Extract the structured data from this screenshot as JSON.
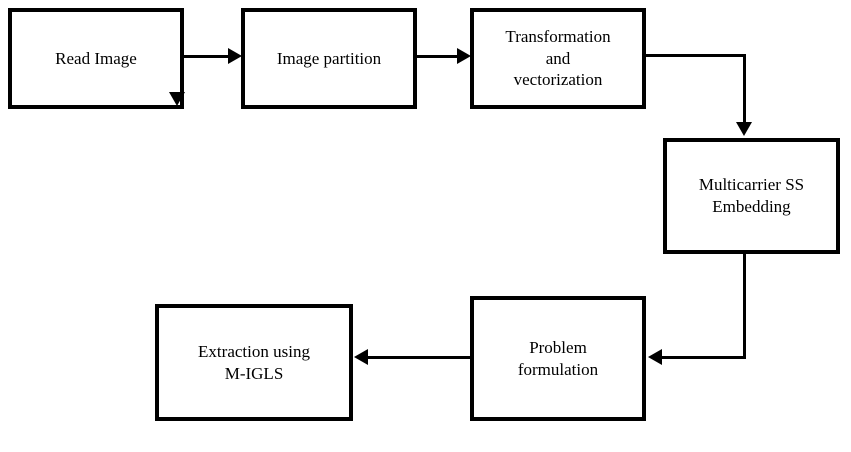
{
  "diagram": {
    "title": "Multicarrier SS watermark embedding and extraction flowchart",
    "background_color": "#ffffff",
    "line_color": "#000000",
    "text_color": "#000000",
    "nodes": [
      {
        "id": "read-image",
        "label": "Read Image"
      },
      {
        "id": "image-partition",
        "label": "Image partition"
      },
      {
        "id": "transformation",
        "label": "Transformation\nand\nvectorization"
      },
      {
        "id": "multicarrier",
        "label": "Multicarrier SS\nEmbedding"
      },
      {
        "id": "problem",
        "label": "Problem\nformulation"
      },
      {
        "id": "extraction",
        "label": "Extraction using\nM-IGLS"
      }
    ],
    "edges": [
      {
        "id": "read-to-partition",
        "from": "read-image",
        "to": "image-partition",
        "direction": "right"
      },
      {
        "id": "stray-down",
        "from": "read-image",
        "to": "",
        "direction": "down"
      },
      {
        "id": "partition-to-transform",
        "from": "image-partition",
        "to": "transformation",
        "direction": "right"
      },
      {
        "id": "transform-to-multicarrier",
        "from": "transformation",
        "to": "multicarrier",
        "direction": "down"
      },
      {
        "id": "multicarrier-to-problem",
        "from": "multicarrier",
        "to": "problem",
        "direction": "left"
      },
      {
        "id": "problem-to-extraction",
        "from": "problem",
        "to": "extraction",
        "direction": "left"
      }
    ]
  }
}
